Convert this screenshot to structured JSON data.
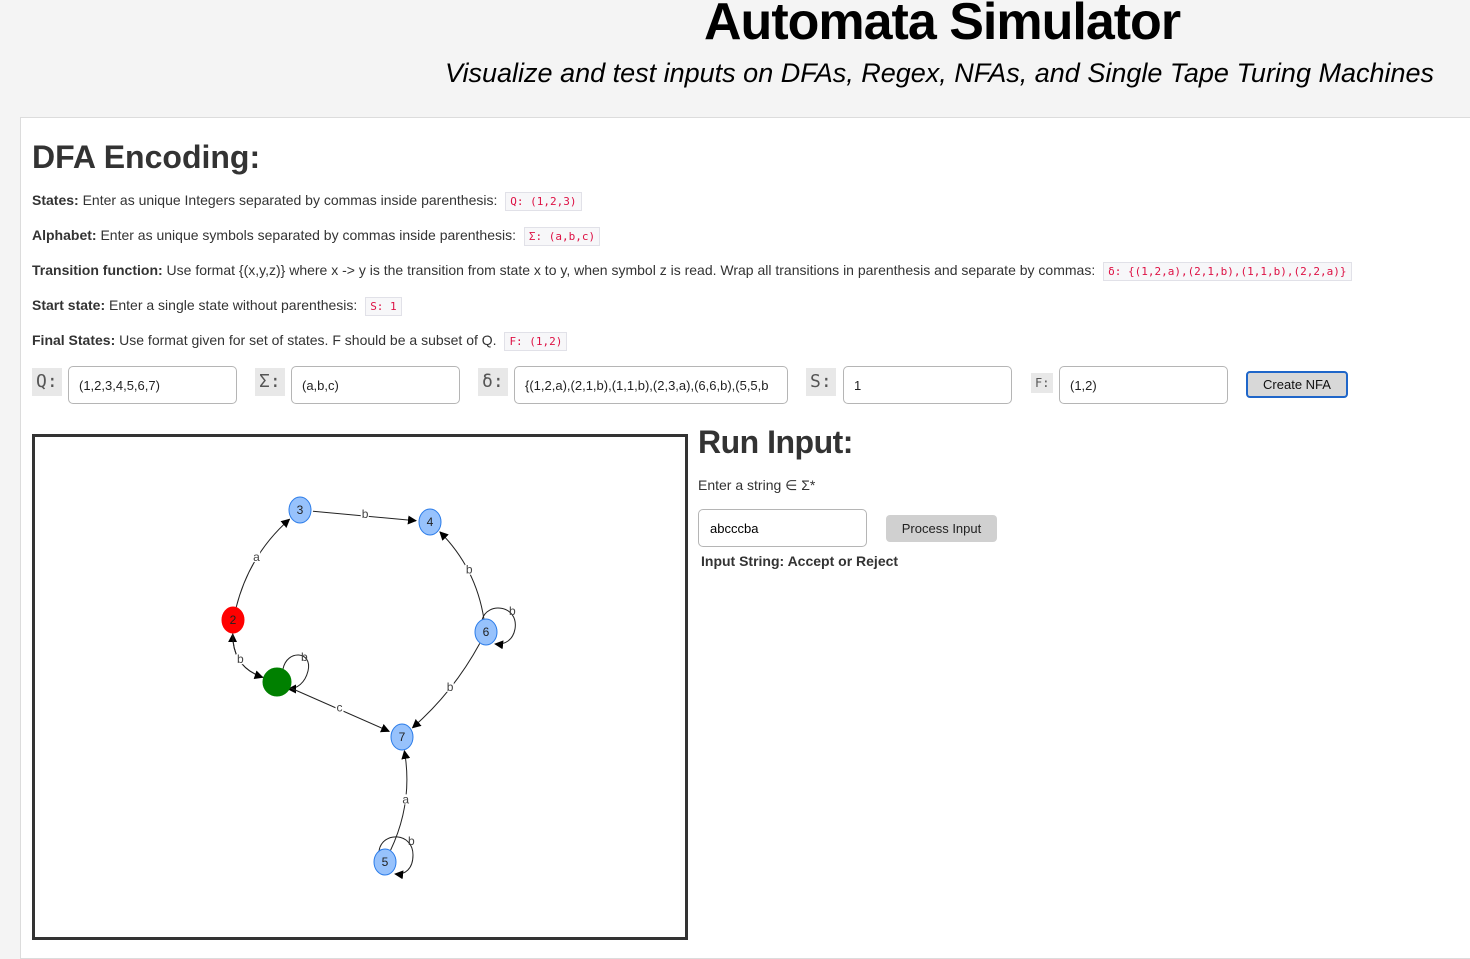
{
  "header": {
    "title": "Automata Simulator",
    "subtitle": "Visualize and test inputs on DFAs, Regex, NFAs, and Single Tape Turing Machines"
  },
  "encoding": {
    "title": "DFA Encoding:",
    "instructions": [
      {
        "label": "States:",
        "text": "Enter as unique Integers separated by commas inside parenthesis:",
        "example": "Q: (1,2,3)"
      },
      {
        "label": "Alphabet:",
        "text": "Enter as unique symbols separated by commas inside parenthesis:",
        "example": "Σ: (a,b,c)"
      },
      {
        "label": "Transition function:",
        "text": "Use format {(x,y,z)} where x -> y is the transition from state x to y, when symbol z is read. Wrap all transitions in parenthesis and separate by commas:",
        "example": "δ: {(1,2,a),(2,1,b),(1,1,b),(2,2,a)}"
      },
      {
        "label": "Start state:",
        "text": "Enter a single state without parenthesis:",
        "example": "S: 1"
      },
      {
        "label": "Final States:",
        "text": "Use format given for set of states. F should be a subset of Q.",
        "example": "F: (1,2)"
      }
    ],
    "fields": {
      "q": {
        "label": "Q:",
        "value": "(1,2,3,4,5,6,7)"
      },
      "sigma": {
        "label": "Σ:",
        "value": "(a,b,c)"
      },
      "delta": {
        "label": "δ:",
        "value": "{(1,2,a),(2,1,b),(1,1,b),(2,3,a),(6,6,b),(5,5,b"
      },
      "s": {
        "label": "S:",
        "value": "1"
      },
      "f": {
        "label": "F:",
        "value": "(1,2)"
      }
    },
    "create_button": "Create NFA"
  },
  "graph": {
    "nodes": [
      {
        "id": "1",
        "label": "",
        "color": "#008000"
      },
      {
        "id": "2",
        "label": "2",
        "color": "#ff0000"
      },
      {
        "id": "3",
        "label": "3",
        "color": "#97c2fc"
      },
      {
        "id": "4",
        "label": "4",
        "color": "#97c2fc"
      },
      {
        "id": "5",
        "label": "5",
        "color": "#97c2fc"
      },
      {
        "id": "6",
        "label": "6",
        "color": "#97c2fc"
      },
      {
        "id": "7",
        "label": "7",
        "color": "#97c2fc"
      }
    ],
    "edges": [
      {
        "from": "1",
        "to": "2",
        "label": "a"
      },
      {
        "from": "2",
        "to": "1",
        "label": "b"
      },
      {
        "from": "1",
        "to": "1",
        "label": "b"
      },
      {
        "from": "2",
        "to": "3",
        "label": "a"
      },
      {
        "from": "3",
        "to": "4",
        "label": "b"
      },
      {
        "from": "6",
        "to": "4",
        "label": "b"
      },
      {
        "from": "6",
        "to": "6",
        "label": "b"
      },
      {
        "from": "6",
        "to": "7",
        "label": "b"
      },
      {
        "from": "1",
        "to": "7",
        "label": "c"
      },
      {
        "from": "5",
        "to": "7",
        "label": "a"
      },
      {
        "from": "5",
        "to": "5",
        "label": "b"
      }
    ]
  },
  "run": {
    "title": "Run Input:",
    "prompt": "Enter a string ∈ Σ*",
    "input_value": "abcccba",
    "process_button": "Process Input",
    "result": "Input String: Accept or Reject"
  }
}
